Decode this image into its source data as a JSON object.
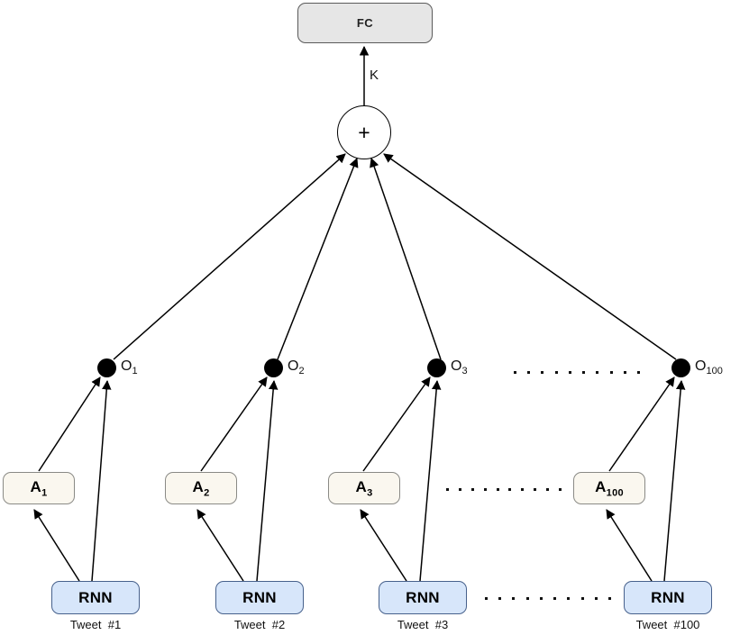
{
  "diagram": {
    "title_text": "",
    "colors": {
      "fc_fill": "#e6e6e6",
      "fc_stroke": "#5a5a5a",
      "a_fill": "#faf7ef",
      "a_stroke": "#8a8a86",
      "rnn_fill": "#d7e6fa",
      "rnn_stroke": "#47618c",
      "dot_fill": "#000000",
      "edge_stroke": "#000000",
      "background": "#ffffff"
    },
    "output_layer": {
      "fc_label": "FC",
      "sum_label": "+",
      "sum_edge_label": "K"
    },
    "columns": [
      {
        "o_base": "O",
        "o_sub": "1",
        "a_base": "A",
        "a_sub": "1",
        "rnn_label": "RNN",
        "caption": "Tweet  #1"
      },
      {
        "o_base": "O",
        "o_sub": "2",
        "a_base": "A",
        "a_sub": "2",
        "rnn_label": "RNN",
        "caption": "Tweet  #2"
      },
      {
        "o_base": "O",
        "o_sub": "3",
        "a_base": "A",
        "a_sub": "3",
        "rnn_label": "RNN",
        "caption": "Tweet  #3"
      },
      {
        "o_base": "O",
        "o_sub": "100",
        "a_base": "A",
        "a_sub": "100",
        "rnn_label": "RNN",
        "caption": "Tweet  #100"
      }
    ],
    "ellipses": [
      {
        "name": "ellipsis-o-row",
        "dots": 10
      },
      {
        "name": "ellipsis-a-row",
        "dots": 10
      },
      {
        "name": "ellipsis-rnn-row",
        "dots": 10
      }
    ]
  }
}
